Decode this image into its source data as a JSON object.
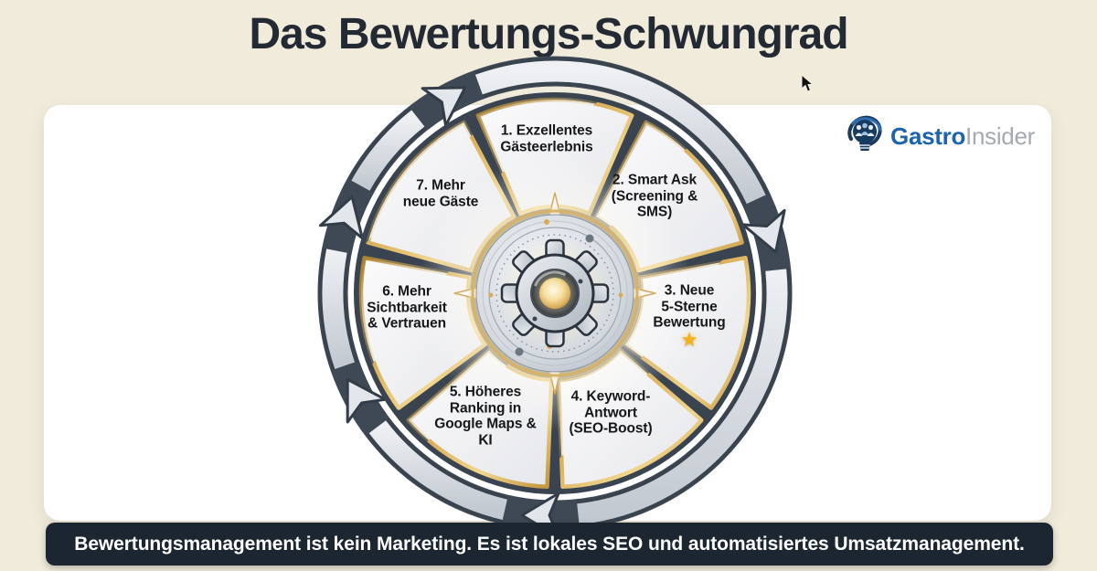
{
  "title": "Das Bewertungs-Schwungrad",
  "brand": {
    "bold": "Gastro",
    "light": "Insider"
  },
  "flywheel": {
    "segments": [
      {
        "label": "1. Exzellentes\nGästeerlebnis"
      },
      {
        "label": "2. Smart Ask\n(Screening &\nSMS)"
      },
      {
        "label": "3. Neue\n5-Sterne\nBewertung",
        "icon": "★"
      },
      {
        "label": "4. Keyword-\nAntwort\n(SEO-Boost)"
      },
      {
        "label": "5. Höheres\nRanking in\nGoogle Maps &\nKI"
      },
      {
        "label": "6. Mehr\nSichtbarkeit\n& Vertrauen"
      },
      {
        "label": "7. Mehr\nneue Gäste"
      }
    ]
  },
  "footer": {
    "text": "Bewertungsmanagement ist kein Marketing. Es ist lokales SEO und automatisiertes Umsatzmanagement."
  },
  "colors": {
    "background": "#f1ebdc",
    "card": "#ffffff",
    "banner": "#1c2631",
    "gold": "#d2a855",
    "steel_dark": "#3a4450",
    "silver": "#dce0e6",
    "brand_blue": "#1c64ae",
    "brand_gray": "#a4aab1",
    "star_gold": "#f4b21a"
  }
}
